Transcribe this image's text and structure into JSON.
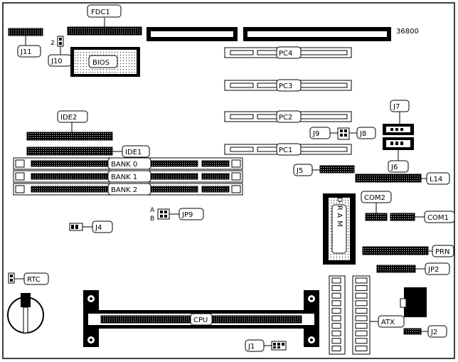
{
  "board_id": "36800",
  "labels": {
    "fdc1": "FDC1",
    "j11": "J11",
    "j10": "J10",
    "j10_pin": "2",
    "bios": "BIOS",
    "pc4": "PC4",
    "pc3": "PC3",
    "pc2": "PC2",
    "pc1": "PC1",
    "j7": "J7",
    "j8": "J8",
    "j9": "J9",
    "j6": "J6",
    "j5": "J5",
    "l14": "L14",
    "ide2": "IDE2",
    "ide1": "IDE1",
    "bank0": "BANK 0",
    "bank1": "BANK 1",
    "bank2": "BANK 2",
    "jp9": "JP9",
    "jp9_a": "A",
    "jp9_b": "B",
    "j4": "J4",
    "com2": "COM2",
    "com1": "COM1",
    "dram": "DRAM",
    "prn": "PRN",
    "jp2": "JP2",
    "rtc": "RTC",
    "cpu": "CPU",
    "atx": "ATX",
    "j2": "J2",
    "j1": "J1"
  },
  "colors": {
    "ink": "#000000",
    "paper": "#ffffff"
  }
}
